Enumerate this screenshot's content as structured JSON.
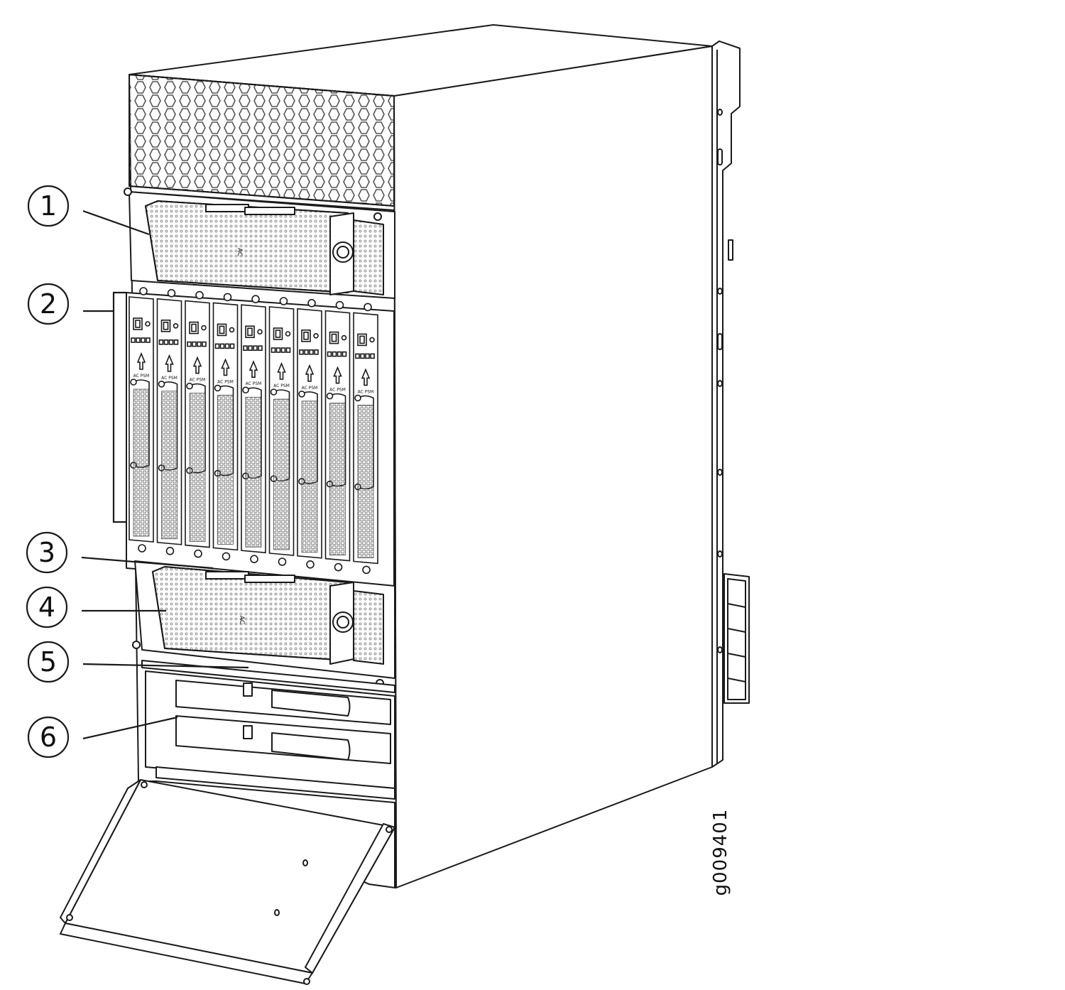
{
  "figure": {
    "figure_id": "g009401",
    "line_color": "#1a1a1a",
    "fill_color": "#ffffff",
    "hex_color": "#555555"
  },
  "chassis": {
    "psm_slot_count": 9,
    "psm_label": "AC PSM",
    "pdm_label": "AC"
  },
  "callouts": [
    {
      "number": "1"
    },
    {
      "number": "2"
    },
    {
      "number": "3"
    },
    {
      "number": "4"
    },
    {
      "number": "5"
    },
    {
      "number": "6"
    }
  ]
}
